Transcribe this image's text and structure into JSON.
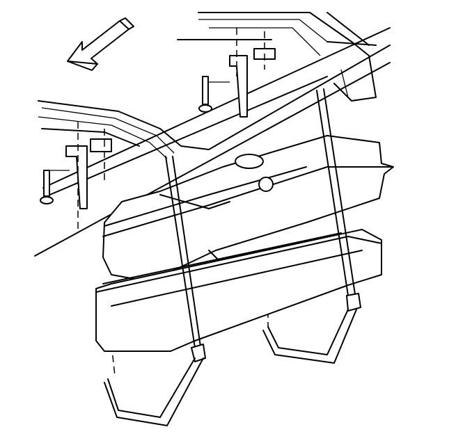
{
  "diagram": {
    "line_color": "#000000",
    "background_color": "#ffffff",
    "icons": [
      "front-direction-arrow",
      "frame-rail",
      "crossmember",
      "bolt",
      "fuel-tank",
      "fuel-tank-shield",
      "fuel-tank-strap"
    ]
  }
}
